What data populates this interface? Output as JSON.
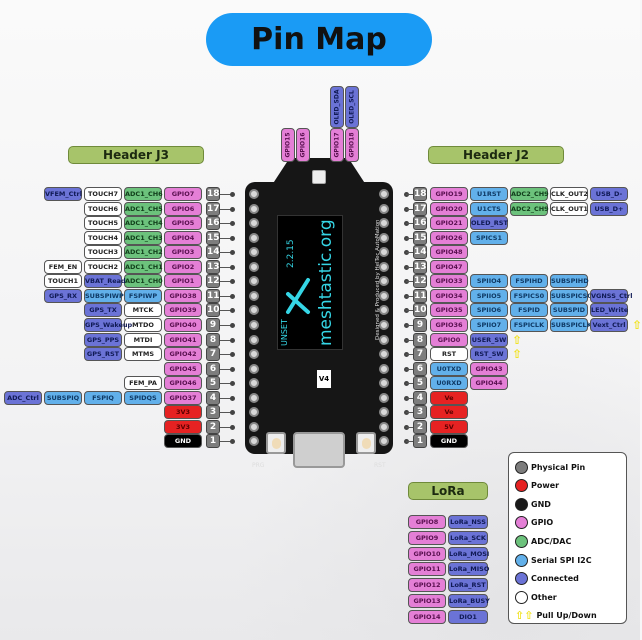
{
  "title": "Pin Map",
  "header_j3": "Header J3",
  "header_j2": "Header J2",
  "lora_header": "LoRa",
  "colors": {
    "gpio": "#e47fd6",
    "adc": "#6cc27c",
    "spi": "#62b0ea",
    "connected": "#6b73d6",
    "other": "#ffffff",
    "power": "#e62222",
    "gnd": "#000000",
    "physical": "#7d7d7d",
    "pull": "#f1e21a",
    "title_bg": "#1a9bf5"
  },
  "j3": [
    {
      "n": "18",
      "cells": [
        [
          "VFEM_Ctrl",
          "conn"
        ],
        [
          "TOUCH7",
          "other"
        ],
        [
          "ADC1_CH6",
          "adc"
        ],
        [
          "GPIO7",
          "gpio"
        ]
      ]
    },
    {
      "n": "17",
      "cells": [
        [
          "TOUCH6",
          "other"
        ],
        [
          "ADC1_CH5",
          "adc"
        ],
        [
          "GPIO6",
          "gpio"
        ]
      ]
    },
    {
      "n": "16",
      "cells": [
        [
          "TOUCH5",
          "other"
        ],
        [
          "ADC1_CH4",
          "adc"
        ],
        [
          "GPIO5",
          "gpio"
        ]
      ]
    },
    {
      "n": "15",
      "cells": [
        [
          "TOUCH4",
          "other"
        ],
        [
          "ADC1_CH3",
          "adc"
        ],
        [
          "GPIO4",
          "gpio"
        ]
      ]
    },
    {
      "n": "14",
      "cells": [
        [
          "TOUCH3",
          "other"
        ],
        [
          "ADC1_CH2",
          "adc"
        ],
        [
          "GPIO3",
          "gpio"
        ]
      ]
    },
    {
      "n": "13",
      "cells": [
        [
          "FEM_EN",
          "other"
        ],
        [
          "TOUCH2",
          "other"
        ],
        [
          "ADC1_CH1",
          "adc"
        ],
        [
          "GPIO2",
          "gpio"
        ]
      ]
    },
    {
      "n": "12",
      "cells": [
        [
          "TOUCH1",
          "other"
        ],
        [
          "VBAT_Read",
          "conn"
        ],
        [
          "ADC1_CH0",
          "adc"
        ],
        [
          "GPIO1",
          "gpio"
        ]
      ]
    },
    {
      "n": "11",
      "cells": [
        [
          "GPS_RX",
          "conn"
        ],
        [
          "SUBSPIWP",
          "spi"
        ],
        [
          "FSPIWP",
          "spi"
        ],
        [
          "GPIO38",
          "gpio"
        ]
      ]
    },
    {
      "n": "10",
      "cells": [
        [
          "GPS_TX",
          "conn"
        ],
        [
          "MTCK",
          "other"
        ],
        [
          "GPIO39",
          "gpio"
        ]
      ]
    },
    {
      "n": "9",
      "cells": [
        [
          "GPS_Wakeup",
          "conn"
        ],
        [
          "MTDO",
          "other"
        ],
        [
          "GPIO40",
          "gpio"
        ]
      ]
    },
    {
      "n": "8",
      "cells": [
        [
          "GPS_PPS",
          "conn"
        ],
        [
          "MTDI",
          "other"
        ],
        [
          "GPIO41",
          "gpio"
        ]
      ]
    },
    {
      "n": "7",
      "cells": [
        [
          "GPS_RST",
          "conn"
        ],
        [
          "MTMS",
          "other"
        ],
        [
          "GPIO42",
          "gpio"
        ]
      ]
    },
    {
      "n": "6",
      "cells": [
        [
          "GPIO45",
          "gpio"
        ]
      ]
    },
    {
      "n": "5",
      "cells": [
        [
          "FEM_PA",
          "other"
        ],
        [
          "GPIO46",
          "gpio"
        ]
      ]
    },
    {
      "n": "4",
      "cells": [
        [
          "ADC_Ctrl",
          "conn"
        ],
        [
          "SUBSPIQ",
          "spi"
        ],
        [
          "FSPIQ",
          "spi"
        ],
        [
          "SPIDQS",
          "spi"
        ],
        [
          "GPIO37",
          "gpio"
        ]
      ]
    },
    {
      "n": "3",
      "cells": [
        [
          "3V3",
          "power"
        ]
      ]
    },
    {
      "n": "2",
      "cells": [
        [
          "3V3",
          "power"
        ]
      ]
    },
    {
      "n": "1",
      "cells": [
        [
          "GND",
          "gnd"
        ]
      ]
    }
  ],
  "j2": [
    {
      "n": "18",
      "cells": [
        [
          "GPIO19",
          "gpio"
        ],
        [
          "U1RST",
          "spi"
        ],
        [
          "ADC2_CH9",
          "adc"
        ],
        [
          "CLK_OUT2",
          "other"
        ],
        [
          "USB_D-",
          "conn"
        ]
      ]
    },
    {
      "n": "17",
      "cells": [
        [
          "GPIO20",
          "gpio"
        ],
        [
          "U1CTS",
          "spi"
        ],
        [
          "ADC2_CH9",
          "adc"
        ],
        [
          "CLK_OUT1",
          "other"
        ],
        [
          "USB_D+",
          "conn"
        ]
      ]
    },
    {
      "n": "16",
      "cells": [
        [
          "GPIO21",
          "gpio"
        ],
        [
          "OLED_RST",
          "conn"
        ]
      ]
    },
    {
      "n": "15",
      "cells": [
        [
          "GPIO26",
          "gpio"
        ],
        [
          "SPICS1",
          "spi"
        ]
      ]
    },
    {
      "n": "14",
      "cells": [
        [
          "GPIO48",
          "gpio"
        ]
      ]
    },
    {
      "n": "13",
      "cells": [
        [
          "GPIO47",
          "gpio"
        ]
      ]
    },
    {
      "n": "12",
      "cells": [
        [
          "GPIO33",
          "gpio"
        ],
        [
          "SPIIO4",
          "spi"
        ],
        [
          "FSPIHD",
          "spi"
        ],
        [
          "SUBSPIHD",
          "spi"
        ]
      ]
    },
    {
      "n": "11",
      "cells": [
        [
          "GPIO34",
          "gpio"
        ],
        [
          "SPIIO5",
          "spi"
        ],
        [
          "FSPICS0",
          "spi"
        ],
        [
          "SUBSPICS0",
          "spi"
        ],
        [
          "VGNSS_Ctrl",
          "conn"
        ]
      ]
    },
    {
      "n": "10",
      "cells": [
        [
          "GPIO35",
          "gpio"
        ],
        [
          "SPIIO6",
          "spi"
        ],
        [
          "FSPID",
          "spi"
        ],
        [
          "SUBSPID",
          "spi"
        ],
        [
          "LED_Write",
          "conn"
        ]
      ]
    },
    {
      "n": "9",
      "cells": [
        [
          "GPIO36",
          "gpio"
        ],
        [
          "SPIIO7",
          "spi"
        ],
        [
          "FSPICLK",
          "spi"
        ],
        [
          "SUBSPICLK",
          "spi"
        ],
        [
          "Vext_Ctrl",
          "conn"
        ]
      ],
      "pull": true
    },
    {
      "n": "8",
      "cells": [
        [
          "GPIO0",
          "gpio"
        ],
        [
          "USER_SW",
          "conn"
        ]
      ],
      "pull": true
    },
    {
      "n": "7",
      "cells": [
        [
          "RST",
          "other"
        ],
        [
          "RST_SW",
          "conn"
        ]
      ],
      "pull": true
    },
    {
      "n": "6",
      "cells": [
        [
          "U0TXD",
          "spi"
        ],
        [
          "GPIO43",
          "gpio"
        ]
      ]
    },
    {
      "n": "5",
      "cells": [
        [
          "U0RXD",
          "spi"
        ],
        [
          "GPIO44",
          "gpio"
        ]
      ]
    },
    {
      "n": "4",
      "cells": [
        [
          "Ve",
          "power"
        ]
      ]
    },
    {
      "n": "3",
      "cells": [
        [
          "Ve",
          "power"
        ]
      ]
    },
    {
      "n": "2",
      "cells": [
        [
          "5V",
          "power"
        ]
      ]
    },
    {
      "n": "1",
      "cells": [
        [
          "GND",
          "gnd"
        ]
      ]
    }
  ],
  "top_pins": [
    {
      "gpio": "GPIO15"
    },
    {
      "gpio": "GPIO16"
    },
    {
      "gpio": "GPIO17",
      "conn": "OLED_SDA"
    },
    {
      "gpio": "GPIO18",
      "conn": "OLED_SCL"
    }
  ],
  "lora": [
    [
      "GPIO8",
      "LoRa_NSS"
    ],
    [
      "GPIO9",
      "LoRa_SCK"
    ],
    [
      "GPIO10",
      "LoRa_MOSI"
    ],
    [
      "GPIO11",
      "LoRa_MISO"
    ],
    [
      "GPIO12",
      "LoRa_RST"
    ],
    [
      "GPIO13",
      "LoRa_BUSY"
    ],
    [
      "GPIO14",
      "DIO1"
    ]
  ],
  "legend": [
    {
      "label": "Physical Pin",
      "color": "#7d7d7d"
    },
    {
      "label": "Power",
      "color": "#e62222"
    },
    {
      "label": "GND",
      "color": "#1a1a1a"
    },
    {
      "label": "GPIO",
      "color": "#e47fd6"
    },
    {
      "label": "ADC/DAC",
      "color": "#6cc27c"
    },
    {
      "label": "Serial SPI I2C",
      "color": "#62b0ea"
    },
    {
      "label": "Connected",
      "color": "#6b73d6"
    },
    {
      "label": "Other",
      "color": "#ffffff"
    },
    {
      "label": "Pull Up/Down",
      "color": "pull"
    }
  ],
  "board": {
    "screen_url": "meshtastic.org",
    "screen_version": "2.2.15",
    "screen_status": "UNSET",
    "side_text": "Designed & Produced by HelTec AutoMation",
    "version_label": "V4",
    "left_button": "PRG",
    "right_button": "RST"
  }
}
